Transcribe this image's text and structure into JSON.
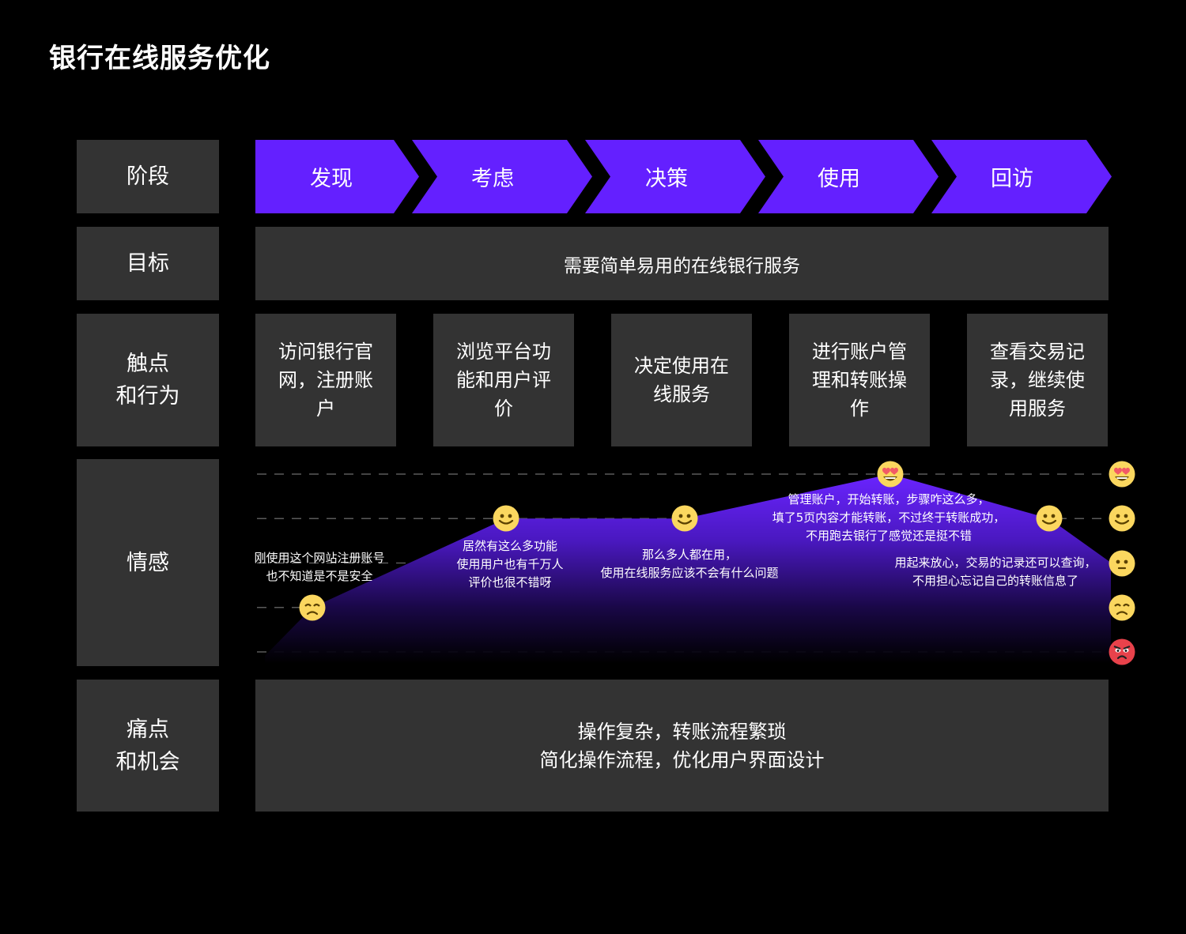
{
  "title": "银行在线服务优化",
  "rows": {
    "stage": "阶段",
    "goal": "目标",
    "touchpoints": "触点\n和行为",
    "emotion": "情感",
    "pain": "痛点\n和机会"
  },
  "stages": [
    "发现",
    "考虑",
    "决策",
    "使用",
    "回访"
  ],
  "goal": "需要简单易用的在线银行服务",
  "touchpoints": [
    "访问银行官网，注册账户",
    "浏览平台功能和用户评价",
    "决定使用在线服务",
    "进行账户管理和转账操作",
    "查看交易记录，继续使用服务"
  ],
  "emotion_scale": [
    {
      "level": 5,
      "face": "heart-eyes"
    },
    {
      "level": 4,
      "face": "smile"
    },
    {
      "level": 3,
      "face": "neutral"
    },
    {
      "level": 2,
      "face": "sad"
    },
    {
      "level": 1,
      "face": "angry"
    }
  ],
  "emotion_points": [
    {
      "stage": "发现",
      "level": 2,
      "face": "sad",
      "note": [
        "刚使用这个网站注册账号",
        "也不知道是不是安全"
      ]
    },
    {
      "stage": "考虑",
      "level": 4,
      "face": "smile",
      "note": [
        "居然有这么多功能",
        "使用用户也有千万人",
        "评价也很不错呀"
      ]
    },
    {
      "stage": "决策",
      "level": 4,
      "face": "smile",
      "note": [
        "那么多人都在用，",
        "使用在线服务应该不会有什么问题"
      ]
    },
    {
      "stage": "使用",
      "level": 5,
      "face": "heart-eyes",
      "note": [
        "管理账户，开始转账，步骤咋这么多，",
        "填了5页内容才能转账，不过终于转账成功，",
        "不用跑去银行了感觉还是挺不错"
      ]
    },
    {
      "stage": "回访",
      "level": 4,
      "face": "smile",
      "note": [
        "用起来放心，交易的记录还可以查询，",
        "不用担心忘记自己的转账信息了"
      ]
    }
  ],
  "pain": [
    "操作复杂，转账流程繁琐",
    "简化操作流程，优化用户界面设计"
  ],
  "colors": {
    "accent": "#6420ff",
    "cell": "#333333",
    "background": "#000000",
    "face_yellow": "#fbd75f",
    "face_red": "#e8424b"
  }
}
